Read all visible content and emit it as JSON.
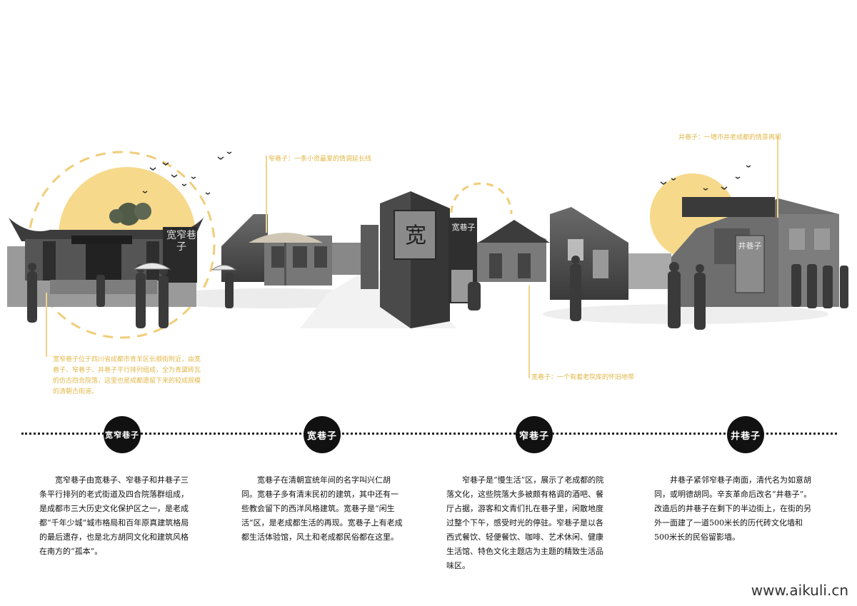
{
  "callouts": {
    "left": "宽窄巷子位于四川省成都市青羊区长顺街附近，由宽巷子、窄巷子、井巷子平行排列组成，全为青黛砖瓦的仿古四合院落，这里也是成都遗留下来的较成规模的清朝古街道。",
    "kuan": "窄巷子：一条小资最爱的情调延长线",
    "zhai": "宽巷子：一个有着老院库的怀旧地带",
    "jing": "井巷子：一墙市井老成都的情景再现"
  },
  "signs": {
    "gate": "宽窄巷子",
    "tower": "宽",
    "board": "宽巷子",
    "jing_sign": "井巷子"
  },
  "timeline": [
    {
      "label": "宽窄巷子",
      "text": "宽窄巷子由宽巷子、窄巷子和井巷子三条平行排列的老式街道及四合院落群组成，是成都市三大历史文化保护区之一，是老成都“千年少城”城市格局和百年原真建筑格局的最后遗存，也是北方胡同文化和建筑风格在南方的“孤本”。"
    },
    {
      "label": "宽巷子",
      "text": "宽巷子在清朝宣统年间的名字叫兴仁胡同。宽巷子多有清末民初的建筑，其中还有一些教会留下的西洋风格建筑。宽巷子是“闲生活”区，是老成都生活的再现。宽巷子上有老成都生活体验馆，风土和老成都民俗都在这里。"
    },
    {
      "label": "窄巷子",
      "text": "窄巷子是“慢生活”区，展示了老成都的院落文化，这些院落大多被颇有格调的酒吧、餐厅占据，游客和文青们扎在巷子里，闲散地度过整个下午，感受时光的停驻。窄巷子是以各西式餐饮、轻便餐饮、咖啡、艺术休闲、健康生活馆、特色文化主题店为主题的精致生活品味区。"
    },
    {
      "label": "井巷子",
      "text": "井巷子紧邻窄巷子南面，清代名为如意胡同，或明德胡同。辛亥革命后改名“井巷子”。改造后的井巷子在剩下的半边街上，在街的另外一面建了一道500米长的历代砖文化墙和500米长的民俗留影墙。"
    }
  ],
  "watermark": "www.aikuli.cn",
  "colors": {
    "accent": "#f7d98b",
    "ink": "#111111"
  }
}
